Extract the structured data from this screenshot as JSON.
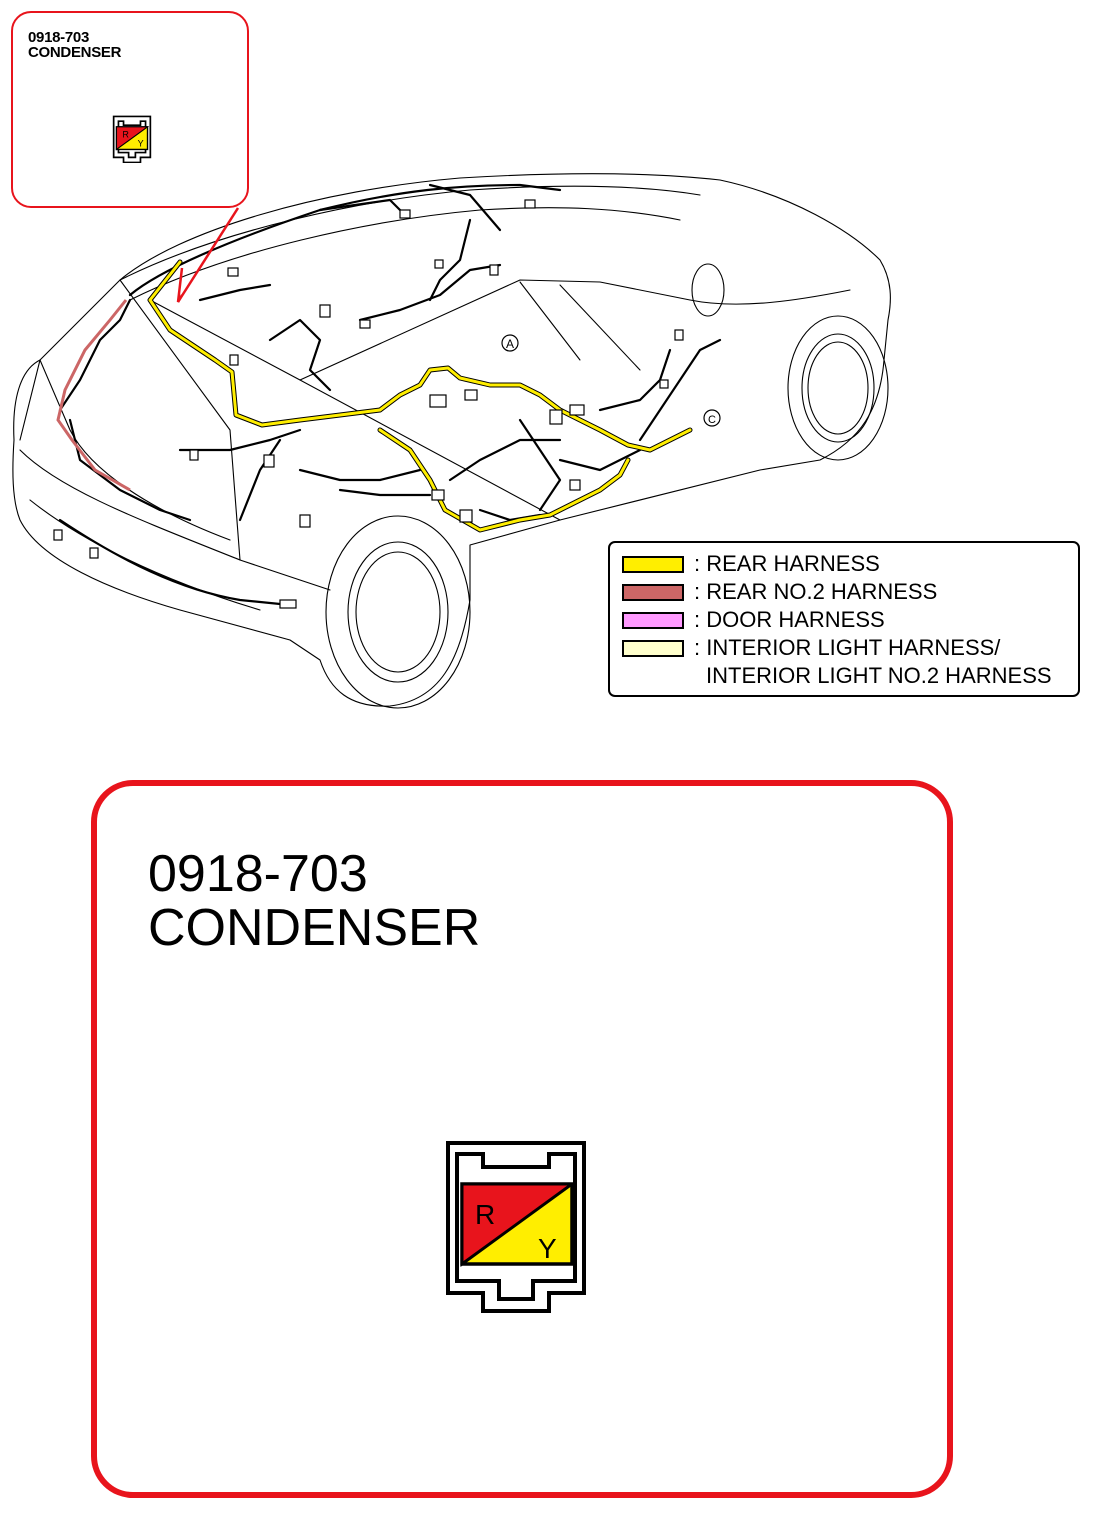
{
  "inset": {
    "code": "0918-703",
    "name": "CONDENSER",
    "border_color": "#e8141c"
  },
  "main": {
    "code": "0918-703",
    "name": "CONDENSER",
    "border_color": "#e8141c"
  },
  "connector": {
    "pins": [
      {
        "label": "R",
        "color": "#e8141c"
      },
      {
        "label": "Y",
        "color": "#ffee00"
      }
    ]
  },
  "legend": {
    "items": [
      {
        "label": ": REAR HARNESS",
        "color": "#ffee00"
      },
      {
        "label": ": REAR NO.2 HARNESS",
        "color": "#cc6666"
      },
      {
        "label": ": DOOR HARNESS",
        "color": "#ff99ff"
      },
      {
        "label": ": INTERIOR LIGHT HARNESS/",
        "color": "#ffffcc"
      }
    ],
    "continuation": "INTERIOR LIGHT NO.2 HARNESS"
  },
  "car": {
    "markers": [
      "A",
      "C"
    ]
  }
}
